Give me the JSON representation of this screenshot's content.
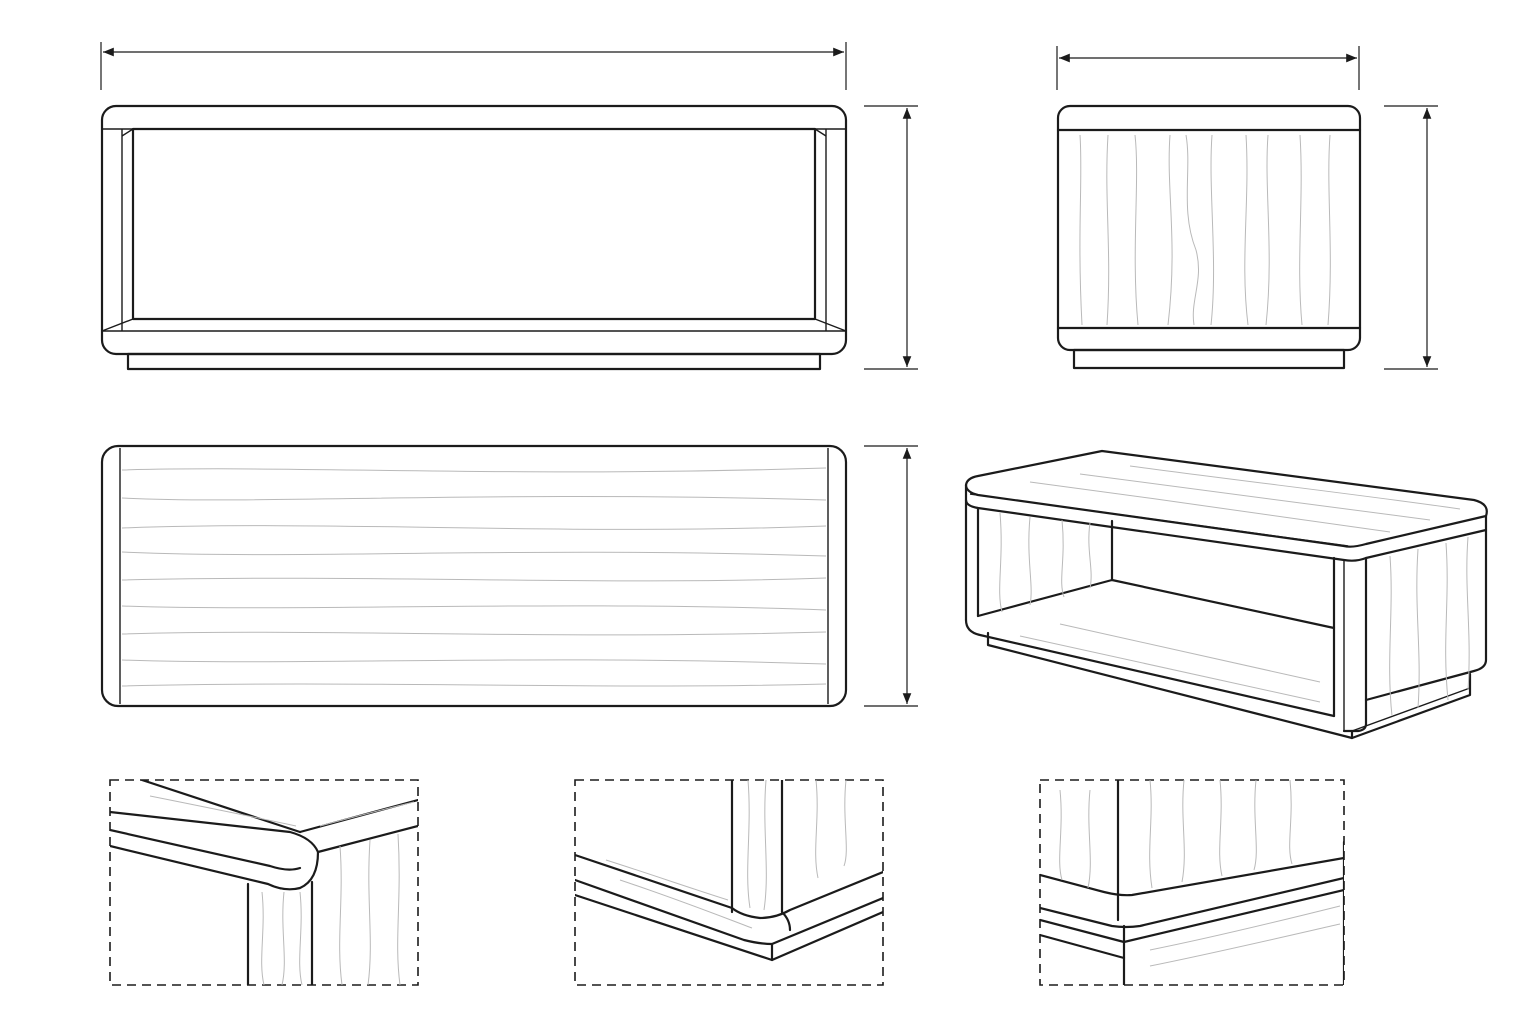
{
  "drawing": {
    "subject": "rectangular-open-cabinet",
    "views": [
      "front-view",
      "side-view",
      "top-view",
      "isometric-view",
      "corner-detail",
      "front-base-detail",
      "side-base-detail"
    ],
    "colors": {
      "line": "#1b1b1b",
      "grain": "#b9b9b9",
      "paper": "#ffffff"
    }
  }
}
